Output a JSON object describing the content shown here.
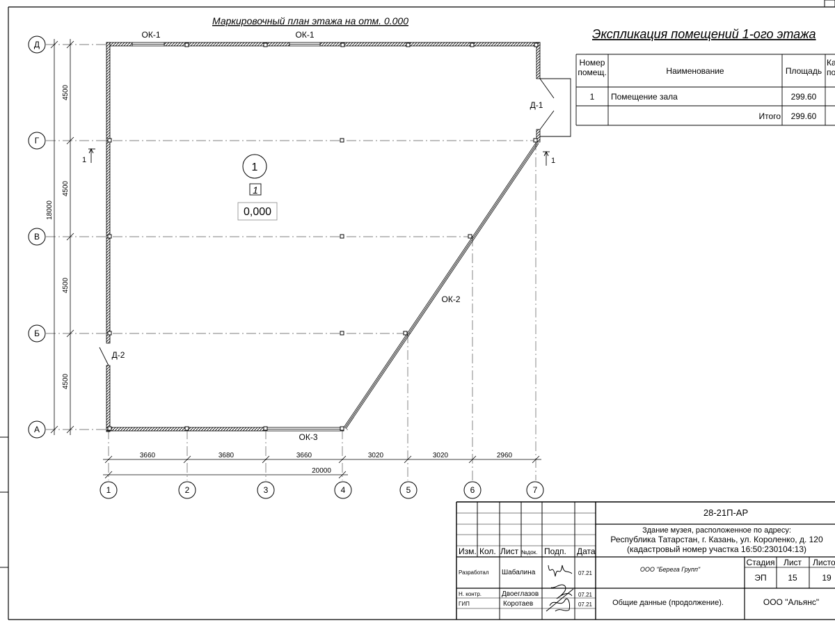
{
  "plan": {
    "title": "Маркировочный план этажа на отм. 0.000",
    "axes_rows": [
      "Д",
      "Г",
      "В",
      "Б",
      "А"
    ],
    "axes_cols": [
      "1",
      "2",
      "3",
      "4",
      "5",
      "6",
      "7"
    ],
    "row_dims": [
      "4500",
      "4500",
      "4500",
      "4500"
    ],
    "total_height": "18000",
    "col_dims": [
      "3660",
      "3680",
      "3660",
      "3020",
      "3020",
      "2960"
    ],
    "total_width": "20000",
    "windows": [
      "ОК-1",
      "ОК-1",
      "ОК-2",
      "ОК-3"
    ],
    "doors": [
      "Д-1",
      "Д-2"
    ],
    "section_left": "1",
    "section_right": "1",
    "room": {
      "number_circle": "1",
      "number_box": "1",
      "level": "0,000"
    }
  },
  "explication": {
    "title": "Экспликация помещений 1-ого этажа",
    "headers": {
      "number": "Номер помещ.",
      "name": "Наименование",
      "area": "Площадь",
      "cat": "Ка по"
    },
    "rows": [
      {
        "number": "1",
        "name": "Помещение зала",
        "area": "299.60"
      }
    ],
    "total_label": "Итого",
    "total_value": "299.60"
  },
  "title_block": {
    "code": "28-21П-АР",
    "address_1": "Здание музея, расположенное по адресу:",
    "address_2": "Республика Татарстан, г. Казань, ул. Короленко, д. 120",
    "address_3": "(кадастровый номер участка 16:50:230104:13)",
    "cols": {
      "izm": "Изм.",
      "kol": "Кол.",
      "list": "Лист",
      "ndoc": "№док.",
      "podp": "Подп.",
      "data": "Дата"
    },
    "roles": [
      {
        "role": "Разработал",
        "name": "Шабалина",
        "date": "07.21"
      },
      {
        "role": "Н. контр.",
        "name": "Двоеглазов",
        "date": "07.21"
      },
      {
        "role": "ГИП",
        "name": "Коротаев",
        "date": "07.21"
      }
    ],
    "org1": "ООО \"Берега Групп\"",
    "stage_h": "Стадия",
    "sheet_h": "Лист",
    "sheets_h": "Листо",
    "stage": "ЭП",
    "sheet": "15",
    "sheets": "19",
    "sheet_name": "Общие данные (продолжение).",
    "org2": "ООО \"Альянс\""
  },
  "colors": {
    "line": "#000000",
    "wall": "#444444",
    "axis": "#555555"
  }
}
